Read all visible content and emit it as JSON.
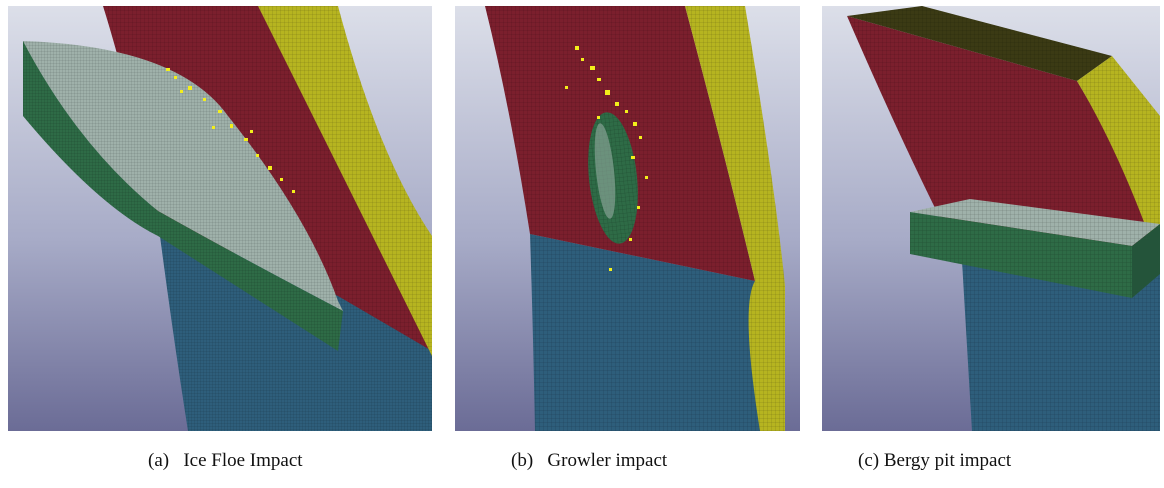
{
  "figure": {
    "panels": [
      {
        "id": "a",
        "caption": "(a)   Ice Floe Impact"
      },
      {
        "id": "b",
        "caption": "(b)   Growler impact"
      },
      {
        "id": "c",
        "caption": "(c) Bergy pit impact"
      }
    ]
  },
  "colors": {
    "background_top": "#d6d9e6",
    "background_bottom": "#6f7099",
    "hull_upper": "#7a1f2c",
    "hull_lower": "#2d5d7a",
    "side_structure": "#b3b11e",
    "ice_green": "#2d6a45",
    "ice_light": "#9fb0a8",
    "debris": "#f4f019"
  }
}
